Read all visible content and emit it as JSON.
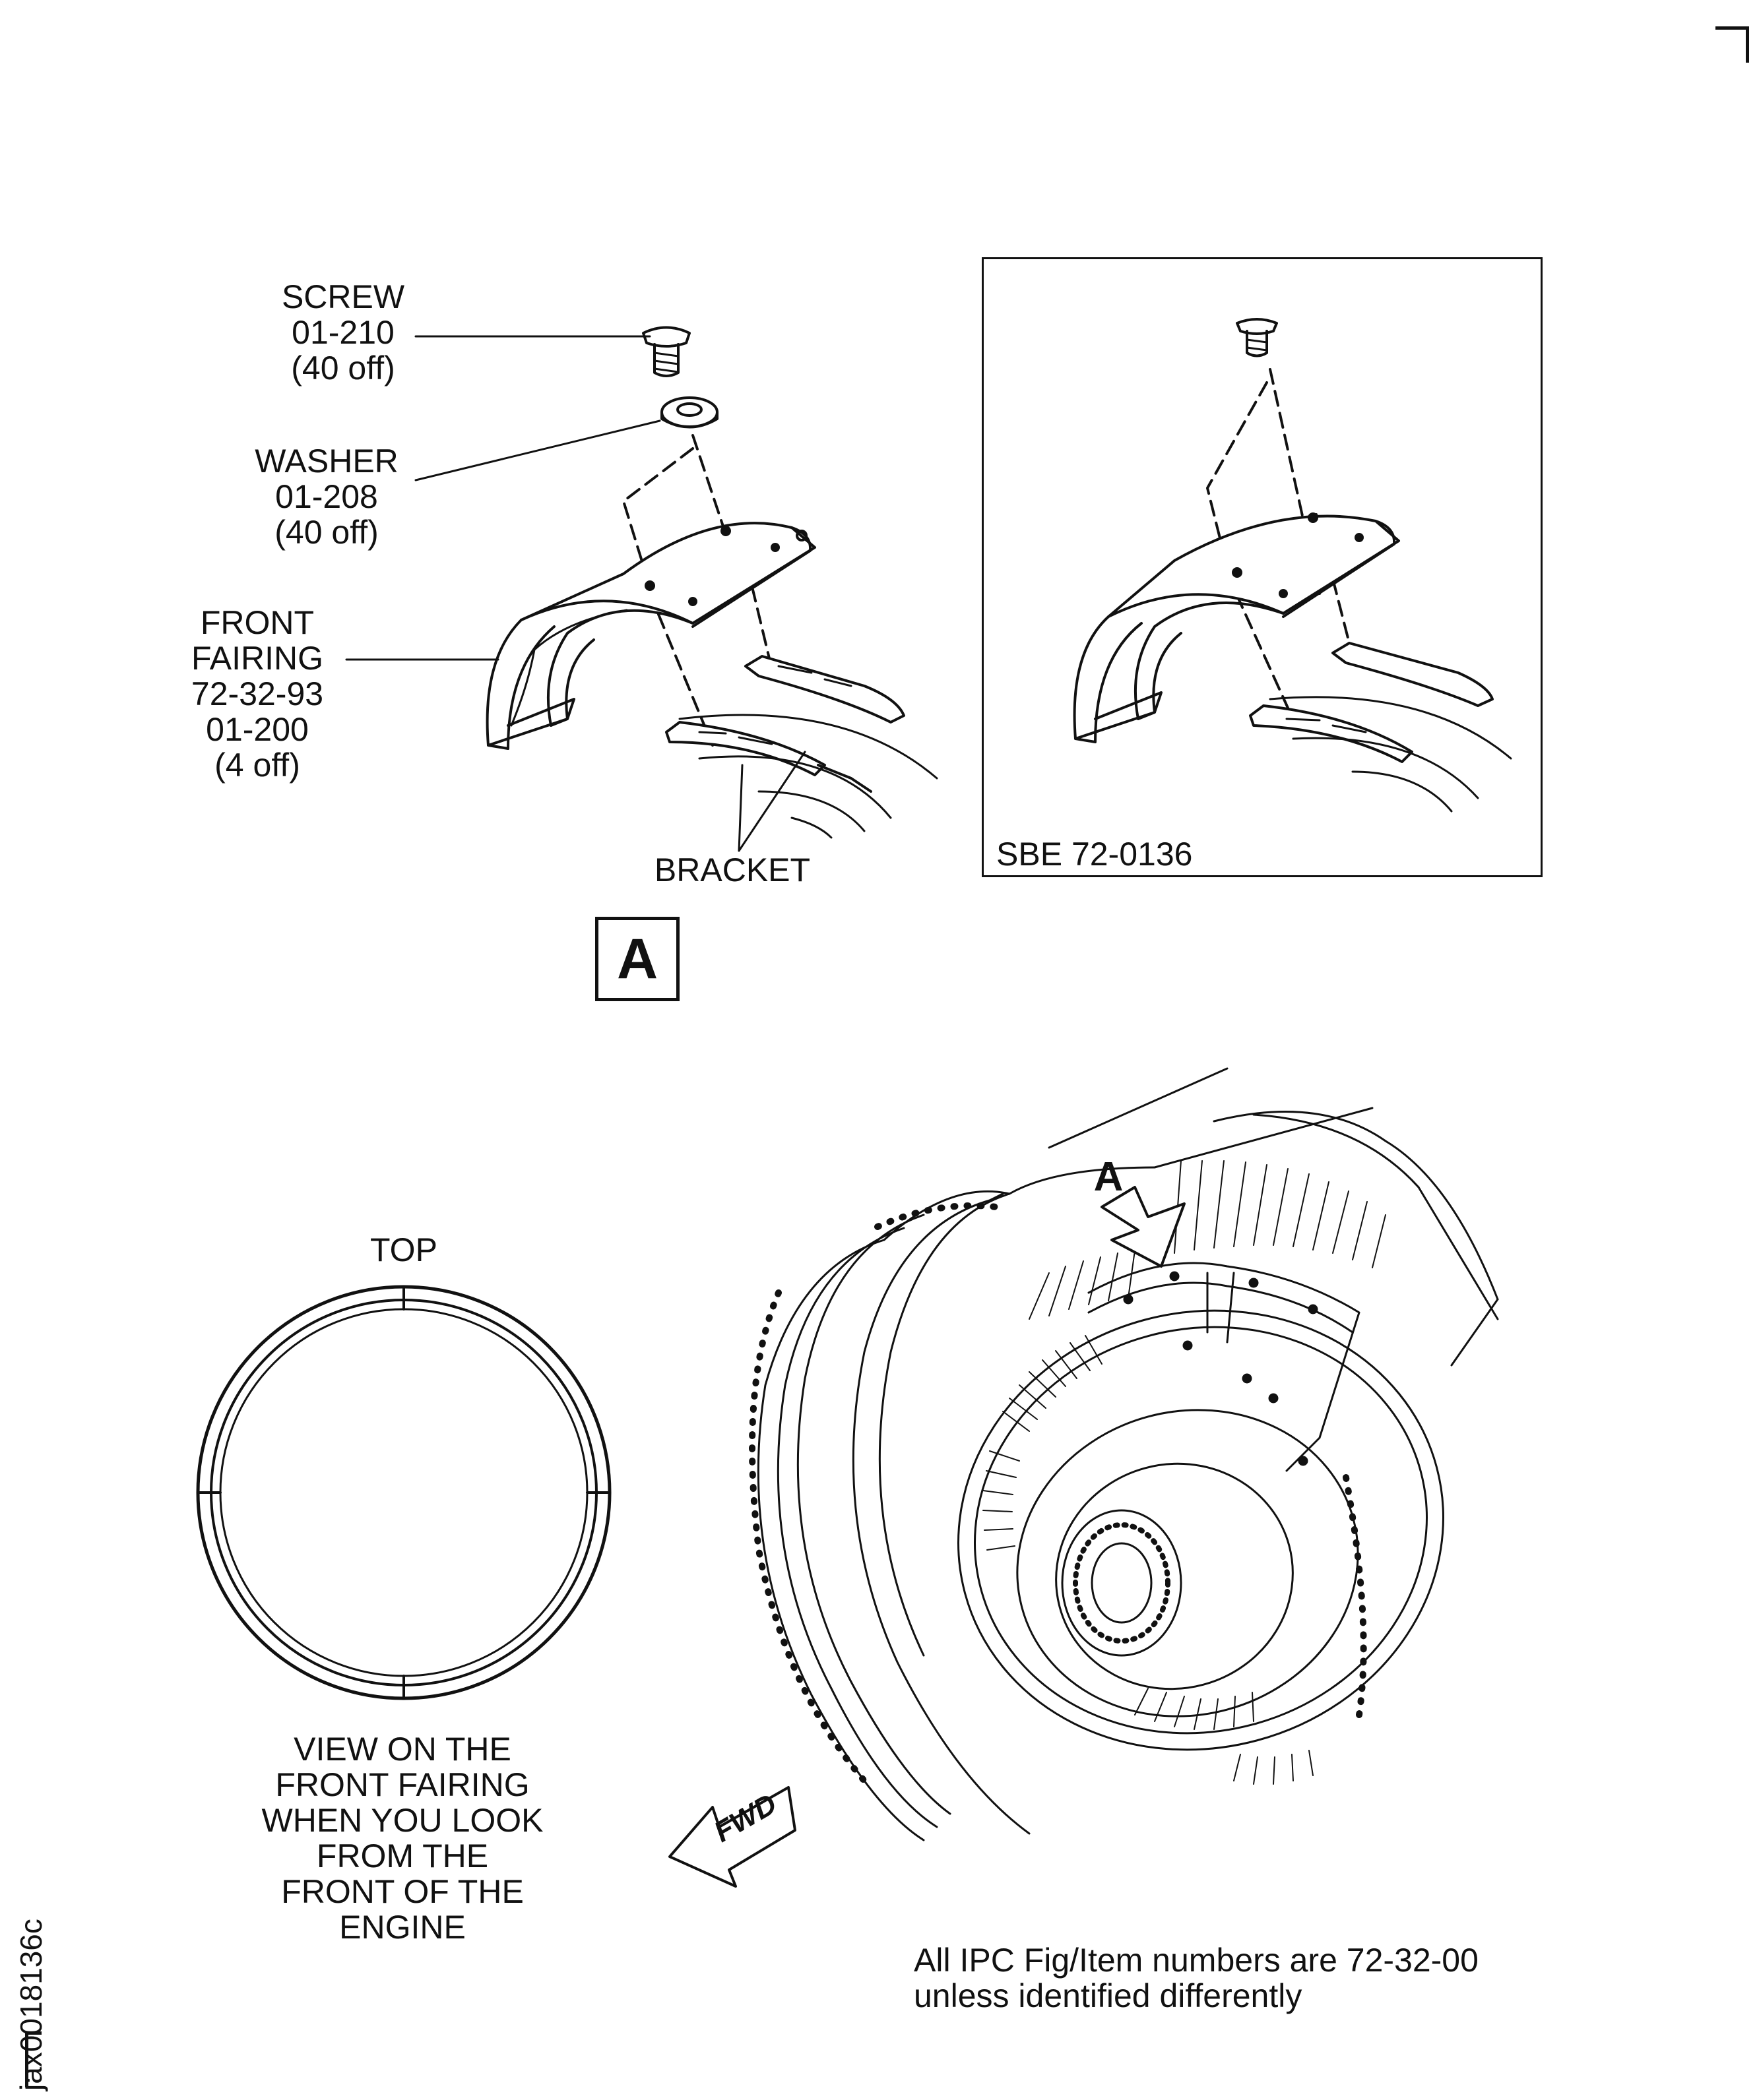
{
  "callouts": {
    "screw": {
      "name": "SCREW",
      "ref": "01-210",
      "qty": "(40 off)"
    },
    "washer": {
      "name": "WASHER",
      "ref": "01-208",
      "qty": "(40 off)"
    },
    "front_fairing": {
      "name1": "FRONT",
      "name2": "FAIRING",
      "ref1": "72-32-93",
      "ref2": "01-200",
      "qty": "(4 off)"
    },
    "bracket": "BRACKET"
  },
  "inset": {
    "label": "SBE 72-0136"
  },
  "view_label": "A",
  "arrow_label": "A",
  "fwd_label": "FWD",
  "ring_view": {
    "top_label": "TOP",
    "caption_lines": [
      "VIEW ON THE",
      "FRONT FAIRING",
      "WHEN YOU LOOK",
      "FROM THE",
      "FRONT OF THE",
      "ENGINE"
    ]
  },
  "note_lines": [
    "All IPC Fig/Item numbers are 72-32-00",
    "unless identified differently"
  ],
  "doc_id": "jax0018136c"
}
